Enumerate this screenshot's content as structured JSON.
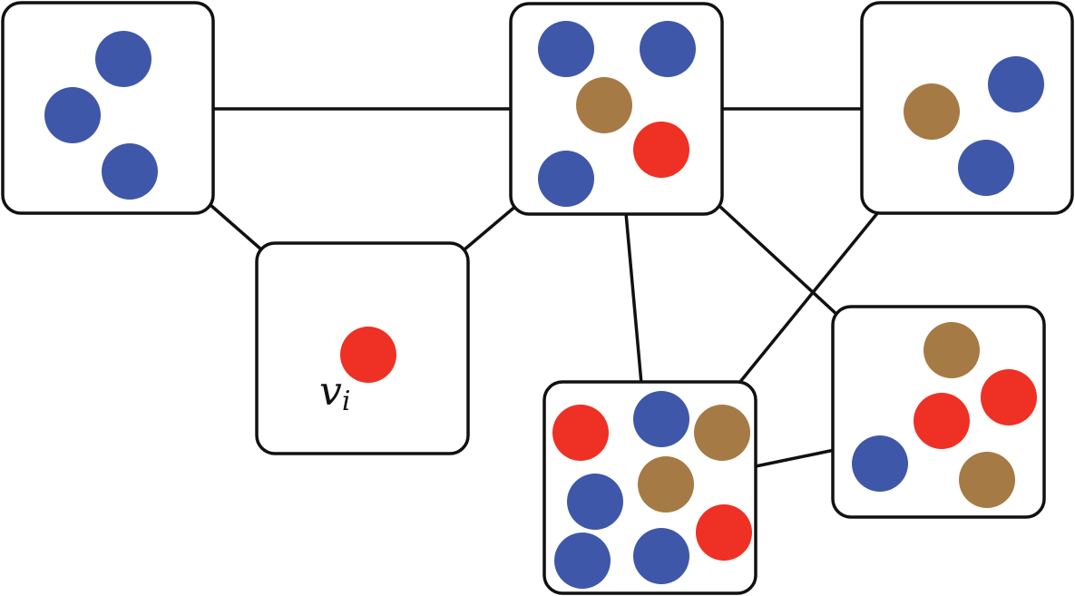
{
  "colors": {
    "blue": "#3f57a8",
    "brown": "#a67a44",
    "red": "#ee3124",
    "stroke": "#111111",
    "background": "#ffffff"
  },
  "nodes": [
    {
      "id": "top-left",
      "dots": [
        "blue",
        "blue",
        "blue"
      ]
    },
    {
      "id": "top-center",
      "dots": [
        "blue",
        "blue",
        "brown",
        "red",
        "blue"
      ]
    },
    {
      "id": "top-right",
      "dots": [
        "brown",
        "blue",
        "blue"
      ]
    },
    {
      "id": "middle-left",
      "dots": [
        "red"
      ],
      "label": {
        "main": "v",
        "sub": "i"
      }
    },
    {
      "id": "right",
      "dots": [
        "brown",
        "red",
        "red",
        "blue",
        "brown"
      ]
    },
    {
      "id": "bottom-center",
      "dots": [
        "red",
        "blue",
        "brown",
        "blue",
        "brown",
        "red",
        "blue",
        "blue"
      ]
    }
  ],
  "edges": [
    [
      "top-left",
      "top-center"
    ],
    [
      "top-center",
      "top-right"
    ],
    [
      "top-left",
      "middle-left"
    ],
    [
      "middle-left",
      "top-center"
    ],
    [
      "top-center",
      "bottom-center"
    ],
    [
      "top-center",
      "right"
    ],
    [
      "top-right",
      "bottom-center"
    ],
    [
      "bottom-center",
      "right"
    ]
  ]
}
